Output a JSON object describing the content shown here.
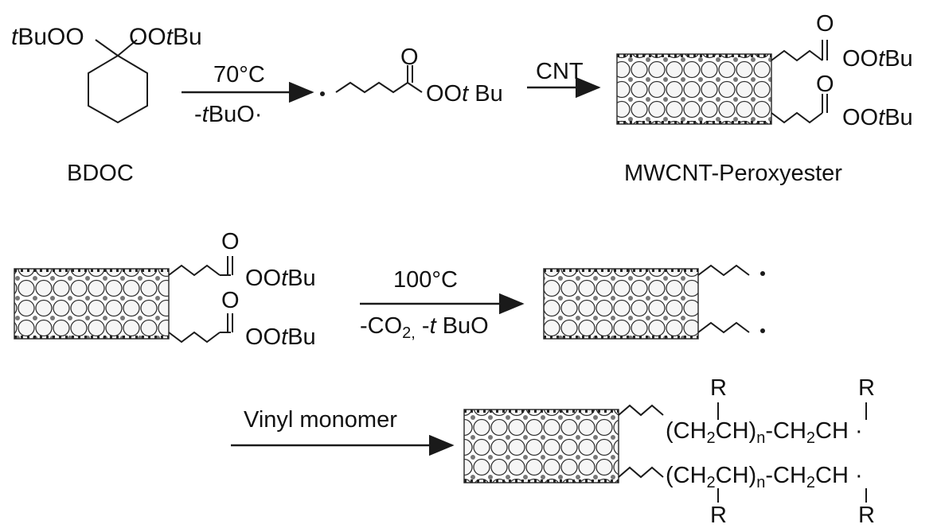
{
  "scheme": {
    "initiator": {
      "name": "BDOC",
      "substituent_left": "tBuOO",
      "substituent_right": "OOtBu"
    },
    "step1": {
      "condition_above": "70°C",
      "condition_below": "-tBuO·",
      "product_group": "OOt Bu"
    },
    "step2": {
      "reagent": "CNT",
      "product_name": "MWCNT-Peroxyester",
      "ester_group": "OOtBu",
      "carbonyl_O": "O"
    },
    "step3": {
      "condition_above": "100°C",
      "condition_below": "-CO2, -t BuO",
      "radical_dot": "·"
    },
    "step4": {
      "reagent": "Vinyl monomer",
      "chain_top": "(CH2CH)n-CH2CH ·",
      "chain_bottom": "(CH2CH)n-CH2CH ·",
      "substituent": "R"
    }
  },
  "colors": {
    "ink": "#1a1a1a",
    "tube_fill": "#f2f2f2",
    "tube_line": "#333333"
  }
}
